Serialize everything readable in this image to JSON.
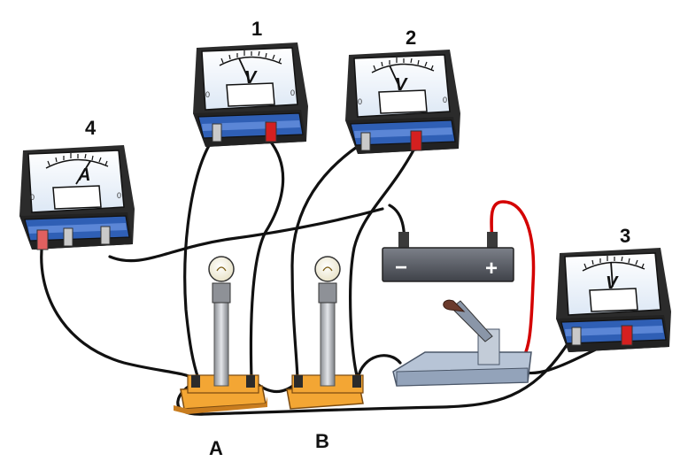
{
  "labels": {
    "meter1": "1",
    "meter2": "2",
    "meter3": "3",
    "meter4": "4",
    "lampA": "A",
    "lampB": "B"
  },
  "meters": {
    "voltmeter_symbol": "V",
    "ammeter_symbol": "A",
    "zero_mark": "0"
  },
  "battery": {
    "negative": "−",
    "positive": "+"
  },
  "colors": {
    "wire": "#111111",
    "positive_wire": "#d40000",
    "meter_body": "#2d2d2d",
    "meter_face": "#eef4fb",
    "meter_base": "#2f5fb5",
    "lamp_base": "#f0a030",
    "battery": "#5a5e66",
    "switch_base": "#a9b7c9"
  }
}
